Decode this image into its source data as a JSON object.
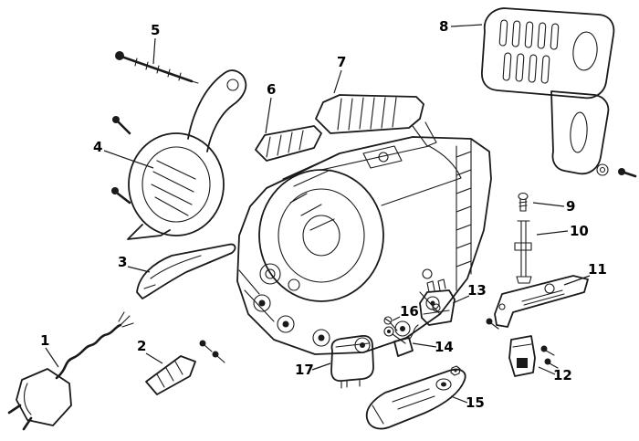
{
  "colors": {
    "background": "#ffffff",
    "line": "#1a1a1a"
  },
  "parts": [
    {
      "number": "1"
    },
    {
      "number": "2"
    },
    {
      "number": "3"
    },
    {
      "number": "4"
    },
    {
      "number": "5"
    },
    {
      "number": "6"
    },
    {
      "number": "7"
    },
    {
      "number": "8"
    },
    {
      "number": "9"
    },
    {
      "number": "10"
    },
    {
      "number": "11"
    },
    {
      "number": "12"
    },
    {
      "number": "13"
    },
    {
      "number": "14"
    },
    {
      "number": "15"
    },
    {
      "number": "16"
    },
    {
      "number": "17"
    }
  ]
}
